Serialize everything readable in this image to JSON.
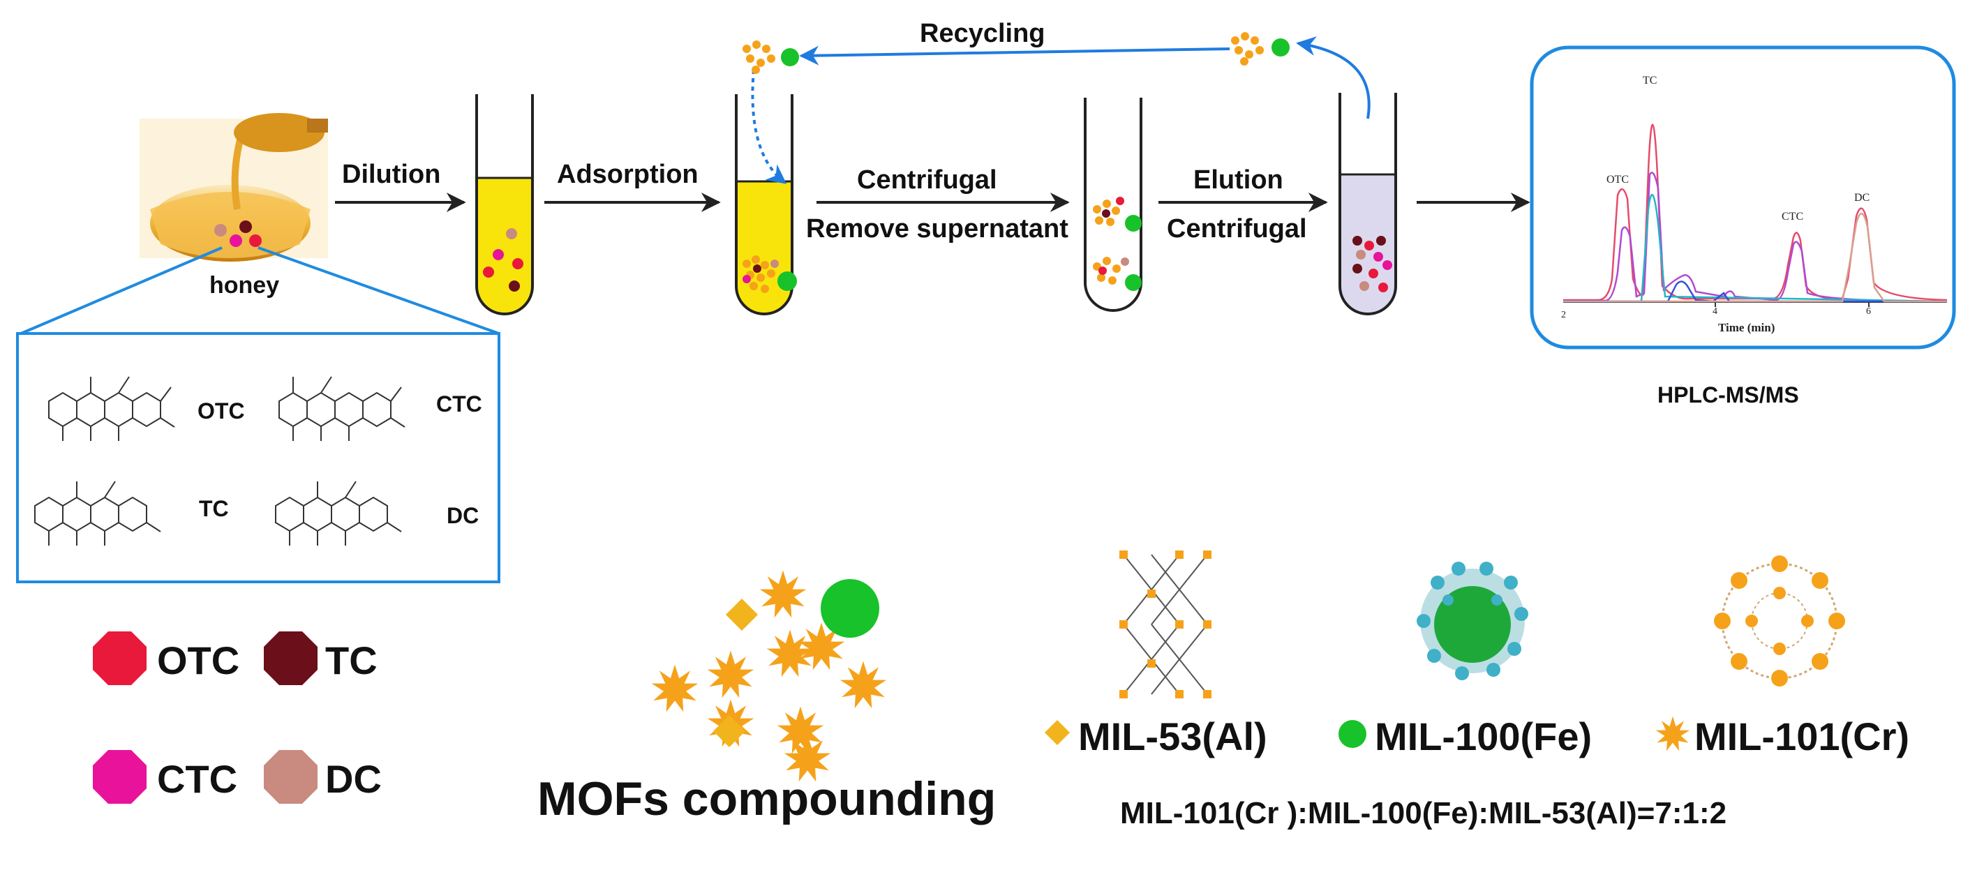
{
  "steps": {
    "dilution": "Dilution",
    "adsorption": "Adsorption",
    "centrifugal": "Centrifugal",
    "remove_supernatant": "Remove supernatant",
    "elution": "Elution",
    "centrifugal2": "Centrifugal",
    "recycling": "Recycling"
  },
  "sample": {
    "label": "honey"
  },
  "analysis": {
    "label": "HPLC-MS/MS",
    "x_axis_title": "Time (min)",
    "x_ticks": [
      "2",
      "4",
      "6"
    ],
    "peaks": [
      "OTC",
      "TC",
      "CTC",
      "DC"
    ]
  },
  "structures": {
    "names": [
      "OTC",
      "CTC",
      "TC",
      "DC"
    ]
  },
  "legend": {
    "antibiotics": [
      {
        "name": "OTC",
        "color": "#e8193a"
      },
      {
        "name": "TC",
        "color": "#6b0f1a"
      },
      {
        "name": "CTC",
        "color": "#e8139a"
      },
      {
        "name": "DC",
        "color": "#c98a80"
      }
    ]
  },
  "mofs": {
    "compounding_label": "MOFs compounding",
    "items": [
      {
        "name": "MIL-53(Al)",
        "color": "#f2b41c",
        "icon": "diamond-icon"
      },
      {
        "name": "MIL-100(Fe)",
        "color": "#18c22a",
        "icon": "circle-icon"
      },
      {
        "name": "MIL-101(Cr)",
        "color": "#f5a21a",
        "icon": "starburst-icon"
      }
    ],
    "ratio": "MIL-101(Cr ):MIL-100(Fe):MIL-53(Al)=7:1:2"
  }
}
